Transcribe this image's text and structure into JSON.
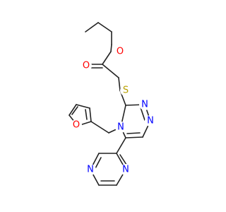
{
  "molecule": {
    "atoms": [
      {
        "id": "a1",
        "label": "O",
        "color": "#ff0000"
      },
      {
        "id": "a2",
        "label": "O",
        "color": "#ff0000"
      },
      {
        "id": "a3",
        "label": "S",
        "color": "#b8a000"
      },
      {
        "id": "a4",
        "label": "O",
        "color": "#ff0000"
      },
      {
        "id": "a5",
        "label": "N",
        "color": "#0000ff"
      },
      {
        "id": "a6",
        "label": "N",
        "color": "#0000ff"
      },
      {
        "id": "a7",
        "label": "N",
        "color": "#0000ff"
      },
      {
        "id": "a8",
        "label": "N",
        "color": "#0000ff"
      },
      {
        "id": "a9",
        "label": "N",
        "color": "#0000ff"
      }
    ]
  }
}
